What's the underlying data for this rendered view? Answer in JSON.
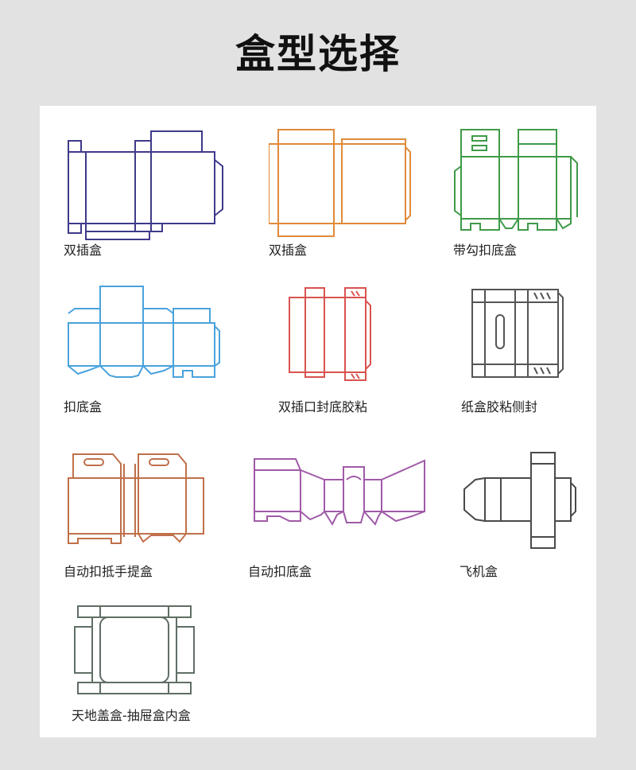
{
  "title": "盒型选择",
  "boxes": [
    {
      "label": "双插盒",
      "color": "#3f3a8a"
    },
    {
      "label": "双插盒",
      "color": "#e08a3a"
    },
    {
      "label": "带勾扣底盒",
      "color": "#3f9a48"
    },
    {
      "label": "扣底盒",
      "color": "#4aa2dc"
    },
    {
      "label": "双插口封底胶粘",
      "color": "#d9534f"
    },
    {
      "label": "纸盒胶粘侧封",
      "color": "#555555"
    },
    {
      "label": "自动扣抵手提盒",
      "color": "#c0704a"
    },
    {
      "label": "自动扣底盒",
      "color": "#a05aa8"
    },
    {
      "label": "飞机盒",
      "color": "#4a4a4a"
    },
    {
      "label": "天地盖盒-抽屉盒内盒",
      "color": "#5f6e64"
    }
  ]
}
